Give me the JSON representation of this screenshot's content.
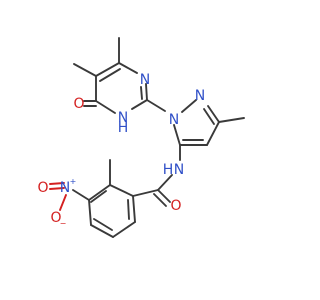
{
  "molecule": {
    "atoms": {
      "O_carbonyl_pyrimidinone": "O",
      "N_H_pyrimidine": "N",
      "H_on_N_pyrimidine": "H",
      "N_pyrimidine": "N",
      "N1_pyrazole": "N",
      "N2_pyrazole": "N",
      "N_amide": "N",
      "H_amide": "H",
      "O_amide": "O",
      "N_nitro": "N",
      "N_nitro_charge": "+",
      "O_nitro_double": "O",
      "O_nitro_single": "O",
      "O_nitro_charge": "−"
    }
  },
  "colors": {
    "bond": "#3a3a3a",
    "nitrogen": "#3050c8",
    "oxygen": "#d42020",
    "background": "#ffffff"
  }
}
